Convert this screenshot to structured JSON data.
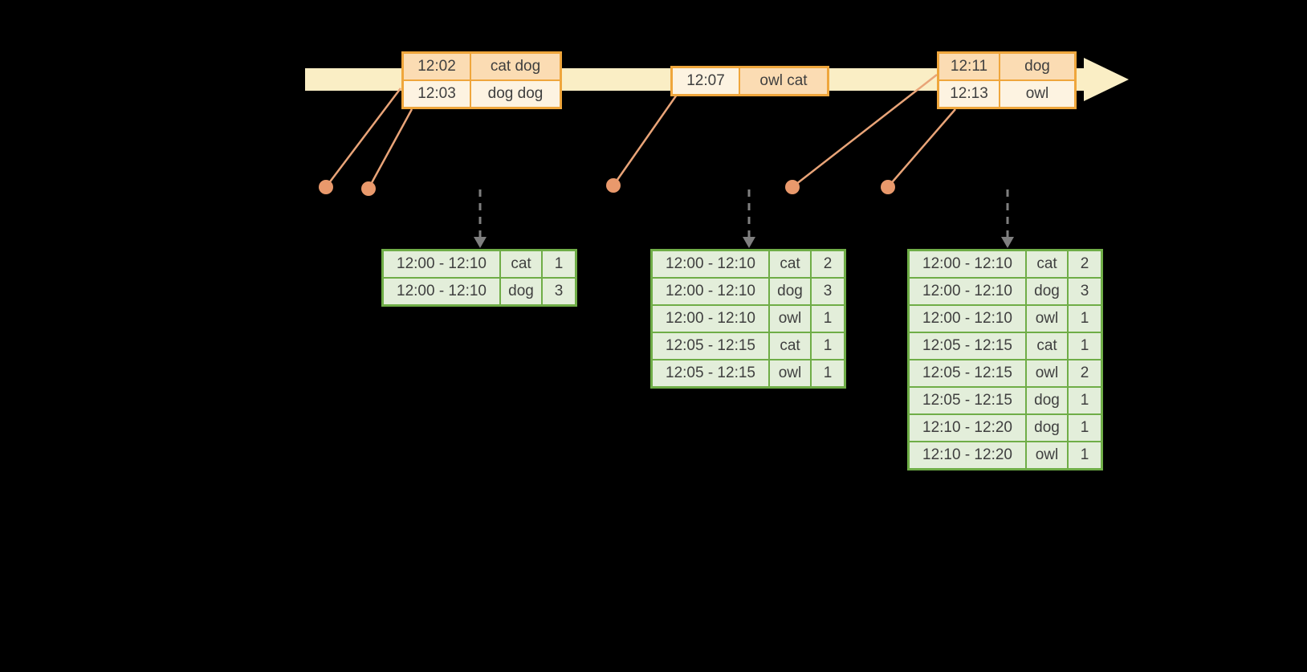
{
  "diagram": {
    "title": "streaming-windowed-aggregation-diagram",
    "background": "#000000",
    "colors": {
      "timeline_fill": "#faeec5",
      "event_border": "#efa63c",
      "event_fill_dark": "#fbdcb3",
      "event_fill_light": "#fdf3e1",
      "event_dot": "#e9996c",
      "connector_line": "#e9a478",
      "trigger_arrow": "#7f7f7f",
      "result_border": "#6fad47",
      "result_fill": "#e3eeda",
      "text": "#3f3f3f"
    },
    "event_tables": [
      {
        "rows": [
          {
            "time": "12:02",
            "words": "cat dog"
          },
          {
            "time": "12:03",
            "words": "dog dog"
          }
        ]
      },
      {
        "rows": [
          {
            "time": "12:07",
            "words": "owl cat"
          }
        ]
      },
      {
        "rows": [
          {
            "time": "12:11",
            "words": "dog"
          },
          {
            "time": "12:13",
            "words": "owl"
          }
        ]
      }
    ],
    "result_tables": [
      {
        "rows": [
          {
            "window": "12:00 - 12:10",
            "word": "cat",
            "count": "1"
          },
          {
            "window": "12:00 - 12:10",
            "word": "dog",
            "count": "3"
          }
        ]
      },
      {
        "rows": [
          {
            "window": "12:00 - 12:10",
            "word": "cat",
            "count": "2"
          },
          {
            "window": "12:00 - 12:10",
            "word": "dog",
            "count": "3"
          },
          {
            "window": "12:00 - 12:10",
            "word": "owl",
            "count": "1"
          },
          {
            "window": "12:05 - 12:15",
            "word": "cat",
            "count": "1"
          },
          {
            "window": "12:05 - 12:15",
            "word": "owl",
            "count": "1"
          }
        ]
      },
      {
        "rows": [
          {
            "window": "12:00 - 12:10",
            "word": "cat",
            "count": "2"
          },
          {
            "window": "12:00 - 12:10",
            "word": "dog",
            "count": "3"
          },
          {
            "window": "12:00 - 12:10",
            "word": "owl",
            "count": "1"
          },
          {
            "window": "12:05 - 12:15",
            "word": "cat",
            "count": "1"
          },
          {
            "window": "12:05 - 12:15",
            "word": "owl",
            "count": "2"
          },
          {
            "window": "12:05 - 12:15",
            "word": "dog",
            "count": "1"
          },
          {
            "window": "12:10 - 12:20",
            "word": "dog",
            "count": "1"
          },
          {
            "window": "12:10 - 12:20",
            "word": "owl",
            "count": "1"
          }
        ]
      }
    ]
  }
}
